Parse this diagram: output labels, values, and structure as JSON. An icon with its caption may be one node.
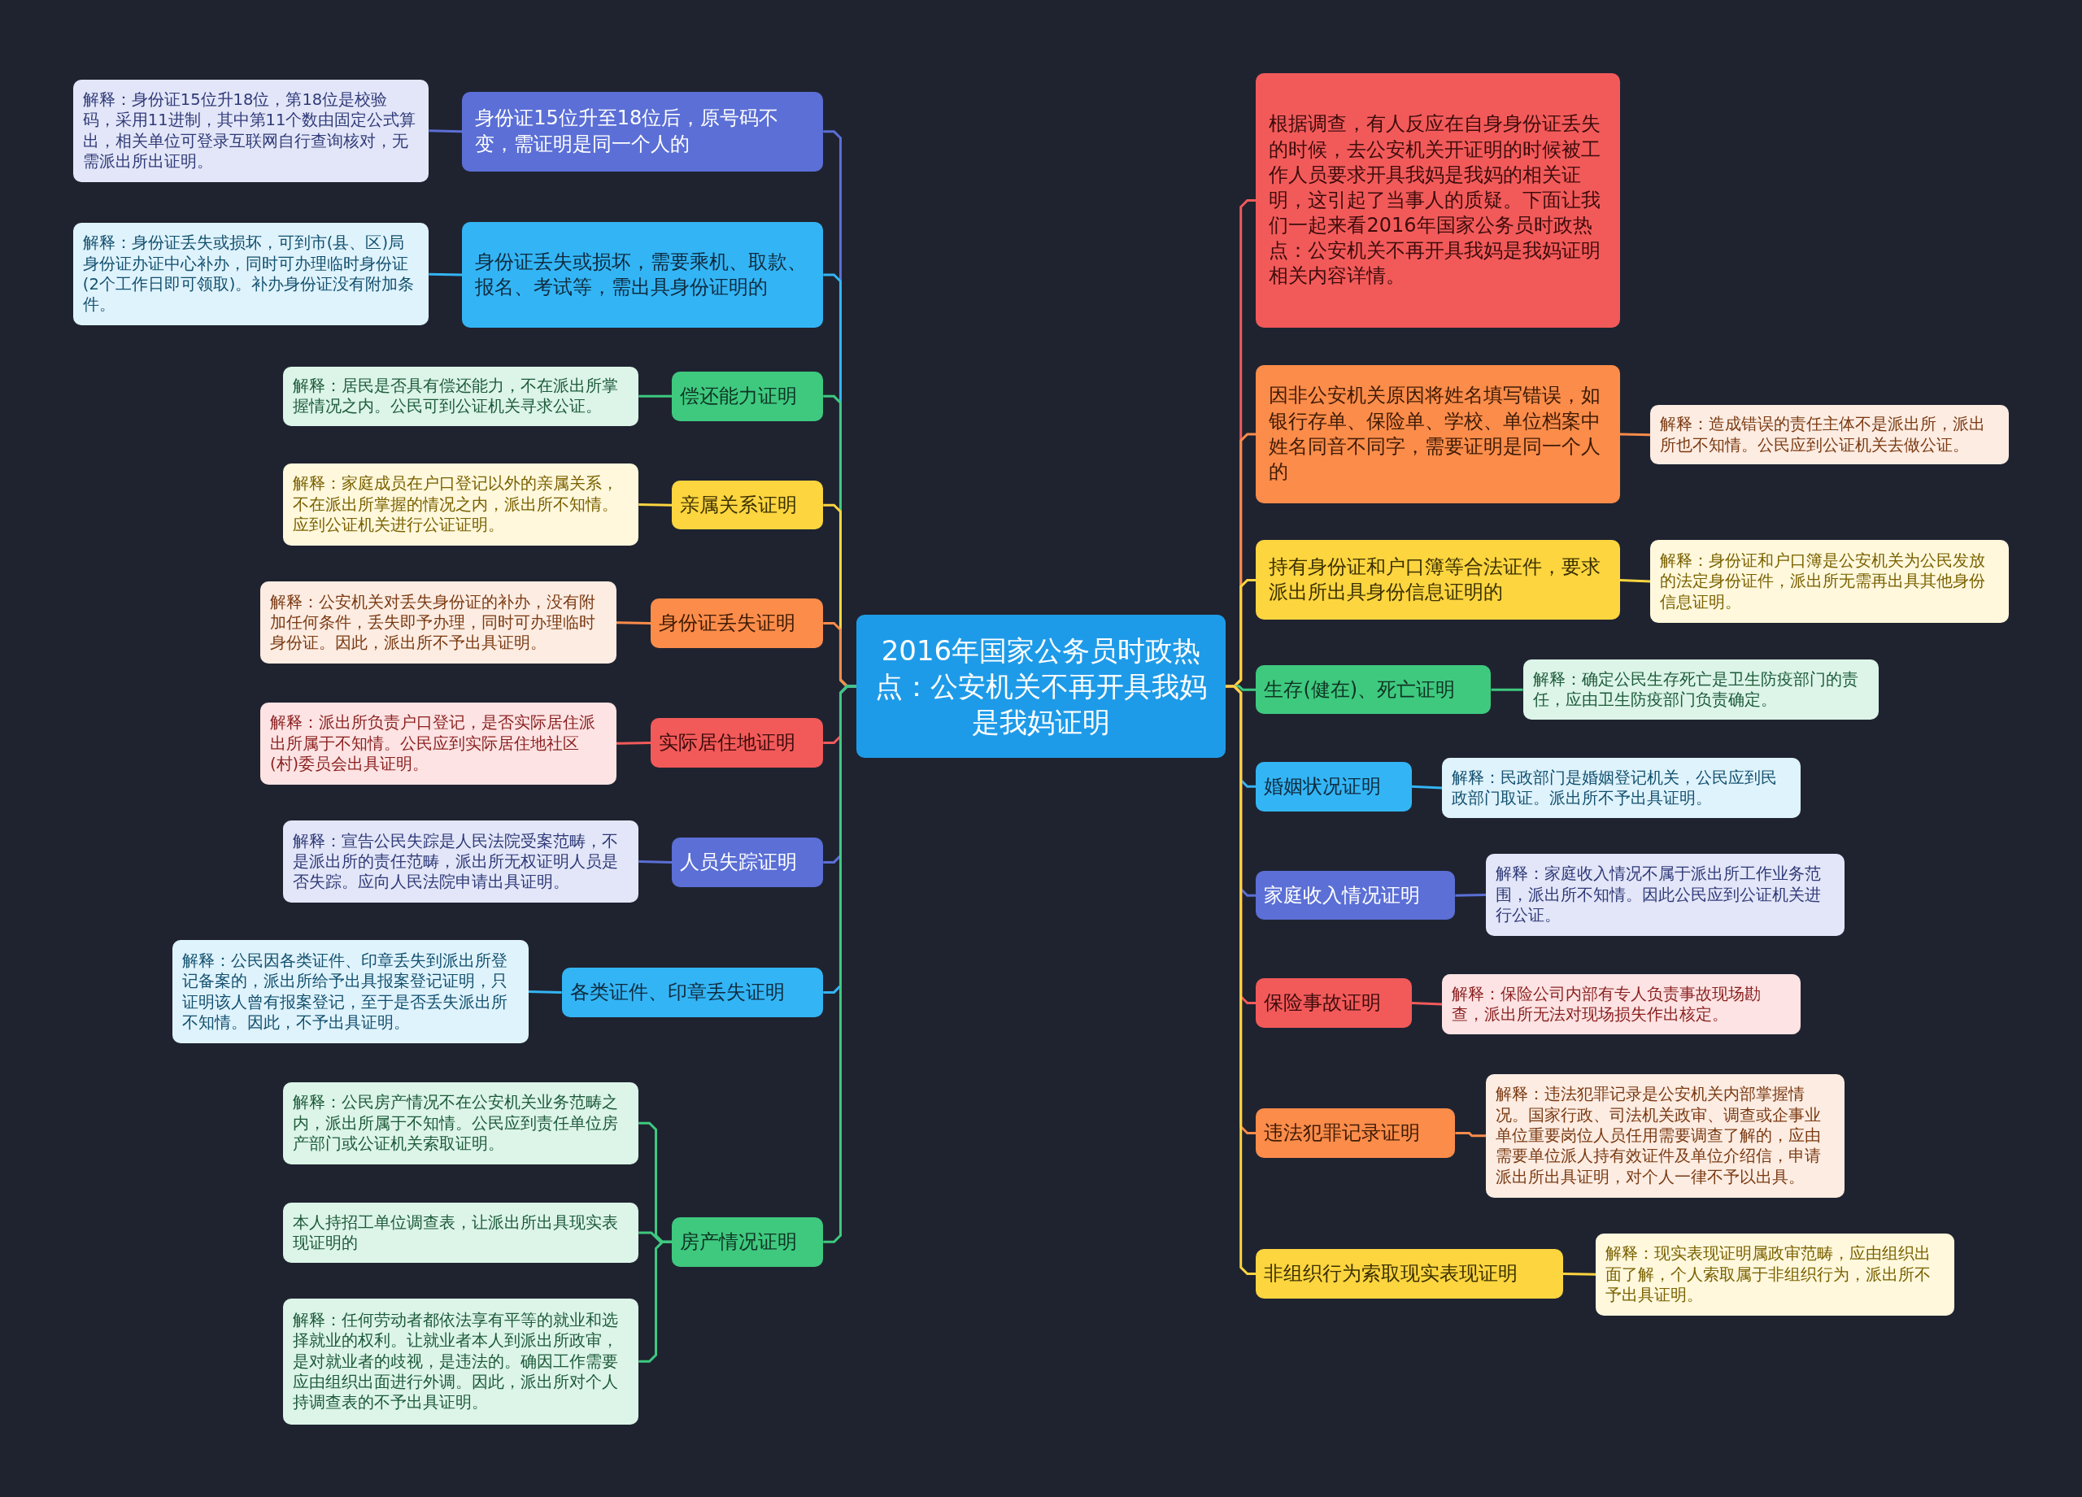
{
  "diagram": {
    "nodes": [
      {
        "text": [
          "2016年国家公务员时政热点：公安机关不再开具我妈是我妈证明"
        ]
      },
      {
        "text": [
          "身份证15位升至18位后，原号码不变，需证明是同一个人的"
        ]
      },
      {
        "text": [
          "解释：身份证15位升18位，第18位是校验码，采用11进制，其中第11个数由固定公式算出，相关单位可登录互联网自行查询核对，无需派出所出证明。"
        ]
      },
      {
        "text": [
          "身份证丢失或损坏，需要乘机、取款、报名、考试等，需出具身份证明的"
        ]
      },
      {
        "text": [
          "解释：身份证丢失或损坏，可到市(县、区)局身份证办证中心补办，同时可办理临时身份证(2个工作日即可领取)。补办身份证没有附加条件。"
        ]
      },
      {
        "text": [
          "偿还能力证明"
        ]
      },
      {
        "text": [
          "解释：居民是否具有偿还能力，不在派出所掌握情况之内。公民可到公证机关寻求公证。"
        ]
      },
      {
        "text": [
          "亲属关系证明"
        ]
      },
      {
        "text": [
          "解释：家庭成员在户口登记以外的亲属关系，不在派出所掌握的情况之内，派出所不知情。应到公证机关进行公证证明。"
        ]
      },
      {
        "text": [
          "身份证丢失证明"
        ]
      },
      {
        "text": [
          "解释：公安机关对丢失身份证的补办，没有附加任何条件，丢失即予办理，同时可办理临时身份证。因此，派出所不予出具证明。"
        ]
      },
      {
        "text": [
          "实际居住地证明"
        ]
      },
      {
        "text": [
          "解释：派出所负责户口登记，是否实际居住派出所属于不知情。公民应到实际居住地社区(村)委员会出具证明。"
        ]
      },
      {
        "text": [
          "人员失踪证明"
        ]
      },
      {
        "text": [
          "解释：宣告公民失踪是人民法院受案范畴，不是派出所的责任范畴，派出所无权证明人员是否失踪。应向人民法院申请出具证明。"
        ]
      },
      {
        "text": [
          "各类证件、印章丢失证明"
        ]
      },
      {
        "text": [
          "解释：公民因各类证件、印章丢失到派出所登记备案的，派出所给予出具报案登记证明，只证明该人曾有报案登记，至于是否丢失派出所不知情。因此，不予出具证明。"
        ]
      },
      {
        "text": [
          "房产情况证明"
        ]
      },
      {
        "text": [
          "解释：公民房产情况不在公安机关业务范畴之内，派出所属于不知情。公民应到责任单位房产部门或公证机关索取证明。"
        ]
      },
      {
        "text": [
          "本人持招工单位调查表，让派出所出具现实表现证明的"
        ]
      },
      {
        "text": [
          "解释：任何劳动者都依法享有平等的就业和选择就业的权利。让就业者本人到派出所政审，是对就业者的歧视，是违法的。确因工作需要应由组织出面进行外调。因此，派出所对个人持调查表的不予出具证明。"
        ]
      },
      {
        "text": [
          "根据调查，有人反应在自身身份证丢失的时候，去公安机关开证明的时候被工作人员要求开具我妈是我妈的相关证明，这引起了当事人的质疑。下面让我们一起来看2016年国家公务员时政热点：公安机关不再开具我妈是我妈证明相关内容详情。"
        ]
      },
      {
        "text": [
          "因非公安机关原因将姓名填写错误，如银行存单、保险单、学校、单位档案中姓名同音不同字，需要证明是同一个人的"
        ]
      },
      {
        "text": [
          "解释：造成错误的责任主体不是派出所，派出所也不知情。公民应到公证机关去做公证。"
        ]
      },
      {
        "text": [
          "持有身份证和户口簿等合法证件，要求派出所出具身份信息证明的"
        ]
      },
      {
        "text": [
          "解释：身份证和户口簿是公安机关为公民发放的法定身份证件，派出所无需再出具其他身份信息证明。"
        ]
      },
      {
        "text": [
          "生存(健在)、死亡证明"
        ]
      },
      {
        "text": [
          "解释：确定公民生存死亡是卫生防疫部门的责任，应由卫生防疫部门负责确定。"
        ]
      },
      {
        "text": [
          "婚姻状况证明"
        ]
      },
      {
        "text": [
          "解释：民政部门是婚姻登记机关，公民应到民政部门取证。派出所不予出具证明。"
        ]
      },
      {
        "text": [
          "家庭收入情况证明"
        ]
      },
      {
        "text": [
          "解释：家庭收入情况不属于派出所工作业务范围，派出所不知情。因此公民应到公证机关进行公证。"
        ]
      },
      {
        "text": [
          "保险事故证明"
        ]
      },
      {
        "text": [
          "解释：保险公司内部有专人负责事故现场勘查，派出所无法对现场损失作出核定。"
        ]
      },
      {
        "text": [
          "违法犯罪记录证明"
        ]
      },
      {
        "text": [
          "解释：违法犯罪记录是公安机关内部掌握情况。国家行政、司法机关政审、调查或企事业单位重要岗位人员任用需要调查了解的，应由需要单位派人持有效证件及单位介绍信，申请派出所出具证明，对个人一律不予以出具。"
        ]
      },
      {
        "text": [
          "非组织行为索取现实表现证明"
        ]
      },
      {
        "text": [
          "解释：现实表现证明属政审范畴，应由组织出面了解，个人索取属于非组织行为，派出所不予出具证明。"
        ]
      }
    ],
    "edges": [
      {
        "from": 0,
        "to": 1,
        "arrow": "none",
        "color": "#5b6fd6"
      },
      {
        "from": 1,
        "to": 2,
        "arrow": "none",
        "color": "#5b6fd6"
      },
      {
        "from": 0,
        "to": 3,
        "arrow": "none",
        "color": "#33b5f5"
      },
      {
        "from": 3,
        "to": 4,
        "arrow": "none",
        "color": "#33b5f5"
      },
      {
        "from": 0,
        "to": 5,
        "arrow": "none",
        "color": "#3ec97f"
      },
      {
        "from": 5,
        "to": 6,
        "arrow": "none",
        "color": "#3ec97f"
      },
      {
        "from": 0,
        "to": 7,
        "arrow": "none",
        "color": "#fcd53f"
      },
      {
        "from": 7,
        "to": 8,
        "arrow": "none",
        "color": "#fcd53f"
      },
      {
        "from": 0,
        "to": 9,
        "arrow": "none",
        "color": "#fb8c4a"
      },
      {
        "from": 9,
        "to": 10,
        "arrow": "none",
        "color": "#fb8c4a"
      },
      {
        "from": 0,
        "to": 11,
        "arrow": "none",
        "color": "#f25a5a"
      },
      {
        "from": 11,
        "to": 12,
        "arrow": "none",
        "color": "#f25a5a"
      },
      {
        "from": 0,
        "to": 13,
        "arrow": "none",
        "color": "#5b6fd6"
      },
      {
        "from": 13,
        "to": 14,
        "arrow": "none",
        "color": "#5b6fd6"
      },
      {
        "from": 0,
        "to": 15,
        "arrow": "none",
        "color": "#33b5f5"
      },
      {
        "from": 15,
        "to": 16,
        "arrow": "none",
        "color": "#33b5f5"
      },
      {
        "from": 0,
        "to": 17,
        "arrow": "none",
        "color": "#3ec97f"
      },
      {
        "from": 17,
        "to": 18,
        "arrow": "none",
        "color": "#3ec97f"
      },
      {
        "from": 17,
        "to": 19,
        "arrow": "none",
        "color": "#3ec97f"
      },
      {
        "from": 17,
        "to": 20,
        "arrow": "none",
        "color": "#3ec97f"
      },
      {
        "from": 0,
        "to": 21,
        "arrow": "none",
        "color": "#f25a5a"
      },
      {
        "from": 0,
        "to": 22,
        "arrow": "none",
        "color": "#fb8c4a"
      },
      {
        "from": 22,
        "to": 23,
        "arrow": "none",
        "color": "#fb8c4a"
      },
      {
        "from": 0,
        "to": 24,
        "arrow": "none",
        "color": "#fcd53f"
      },
      {
        "from": 24,
        "to": 25,
        "arrow": "none",
        "color": "#fcd53f"
      },
      {
        "from": 0,
        "to": 26,
        "arrow": "none",
        "color": "#3ec97f"
      },
      {
        "from": 26,
        "to": 27,
        "arrow": "none",
        "color": "#3ec97f"
      },
      {
        "from": 0,
        "to": 28,
        "arrow": "none",
        "color": "#33b5f5"
      },
      {
        "from": 28,
        "to": 29,
        "arrow": "none",
        "color": "#33b5f5"
      },
      {
        "from": 0,
        "to": 30,
        "arrow": "none",
        "color": "#5b6fd6"
      },
      {
        "from": 30,
        "to": 31,
        "arrow": "none",
        "color": "#5b6fd6"
      },
      {
        "from": 0,
        "to": 32,
        "arrow": "none",
        "color": "#f25a5a"
      },
      {
        "from": 32,
        "to": 33,
        "arrow": "none",
        "color": "#f25a5a"
      },
      {
        "from": 0,
        "to": 34,
        "arrow": "none",
        "color": "#fb8c4a"
      },
      {
        "from": 34,
        "to": 35,
        "arrow": "none",
        "color": "#fb8c4a"
      },
      {
        "from": 0,
        "to": 36,
        "arrow": "none",
        "color": "#fcd53f"
      },
      {
        "from": 36,
        "to": 37,
        "arrow": "none",
        "color": "#fcd53f"
      }
    ]
  }
}
